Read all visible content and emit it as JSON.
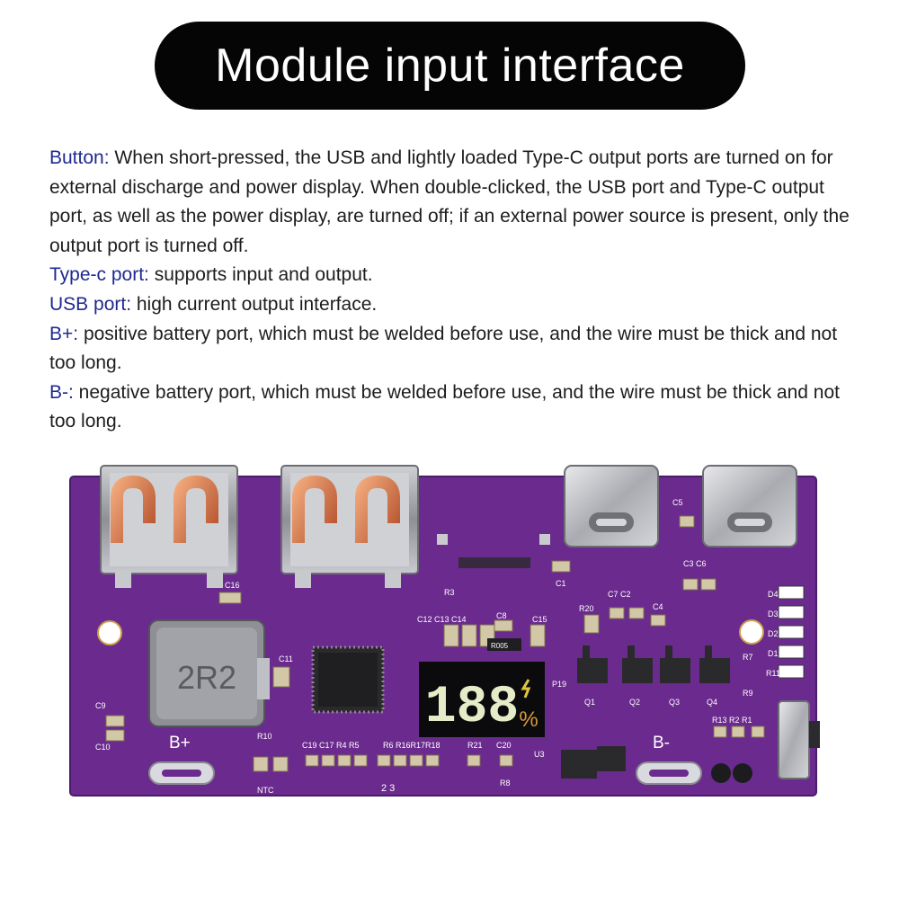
{
  "title": "Module input interface",
  "colors": {
    "key_text": "#1f2a8f",
    "pcb": "#6b2a8e",
    "title_bg": "#050505"
  },
  "descriptions": [
    {
      "key": "Button:",
      "text": " When short-pressed, the USB and lightly loaded Type-C output ports are turned on for external discharge and power display. When double-clicked, the USB port and Type-C output port, as well as the power display, are turned off; if an external power source is present, only the output port is turned off."
    },
    {
      "key": "Type-c port:",
      "text": " supports input and output."
    },
    {
      "key": "USB port:",
      "text": " high current output interface."
    },
    {
      "key": "B+:",
      "text": " positive battery port, which must be welded before use, and the wire must be thick and not too long."
    },
    {
      "key": "B-:",
      "text": " negative battery port, which must be welded before use, and the wire must be thick and not too long."
    }
  ],
  "board": {
    "inductor_label": "2R2",
    "display_digits": "188",
    "display_unit": "%",
    "b_plus": "B+",
    "b_minus": "B-",
    "ntc": "NTC",
    "pads_23": "2 3",
    "silkscreen": {
      "c16": "C16",
      "r3": "R3",
      "c1": "C1",
      "c5": "C5",
      "c3c6": "C3 C6",
      "c7c2": "C7 C2",
      "c4": "C4",
      "r20": "R20",
      "c12": "C12 C13 C14",
      "c8": "C8",
      "c15": "C15",
      "r005": "R005",
      "c11": "C11",
      "c9": "C9",
      "c10": "C10",
      "r10": "R10",
      "row1": "C19 C17 R4 R5",
      "row2": "R6 R16R17R18",
      "r21": "R21",
      "c20": "C20",
      "r8": "R8",
      "u3": "U3",
      "p19": "P19",
      "q1": "Q1",
      "q2": "Q2",
      "q3": "Q3",
      "q4": "Q4",
      "r7": "R7",
      "r9": "R9",
      "r13": "R13 R2 R1",
      "d4": "D4",
      "d3": "D3",
      "d2": "D2",
      "d1": "D1",
      "r11": "R11"
    }
  }
}
